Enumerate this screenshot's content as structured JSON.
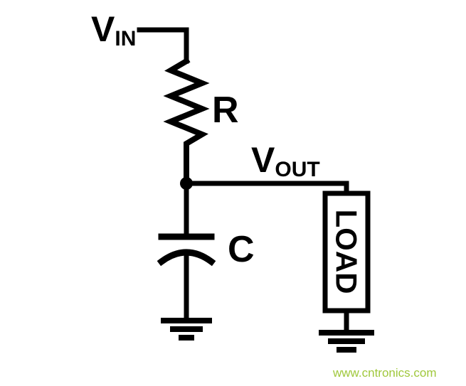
{
  "diagram": {
    "title": "rc-lowpass-filter-circuit",
    "labels": {
      "vin_main": "V",
      "vin_sub": "IN",
      "vout_main": "V",
      "vout_sub": "OUT",
      "resistor": "R",
      "capacitor": "C",
      "load": "LOAD"
    },
    "watermark": "www.cntronics.com",
    "colors": {
      "stroke": "#000000",
      "watermark": "#a0c83c",
      "background": "#ffffff"
    }
  }
}
